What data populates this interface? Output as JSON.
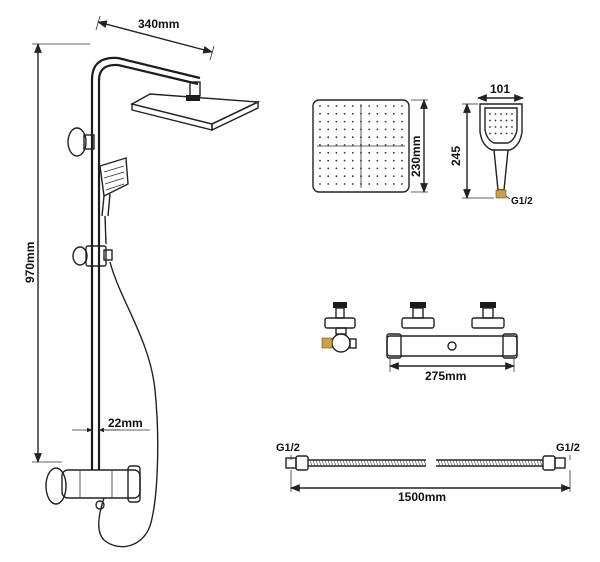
{
  "dimensions": {
    "head_width": "340mm",
    "height": "970mm",
    "rail_diameter": "22mm",
    "head_square": "230mm",
    "handset_width": "101",
    "handset_length": "245",
    "handset_thread": "G1/2",
    "valve_centres": "275mm",
    "hose_thread_left": "G1/2",
    "hose_thread_right": "G1/2",
    "hose_length": "1500mm"
  },
  "colors": {
    "line": "#222222",
    "fitting_brass": "#c9a14a"
  }
}
